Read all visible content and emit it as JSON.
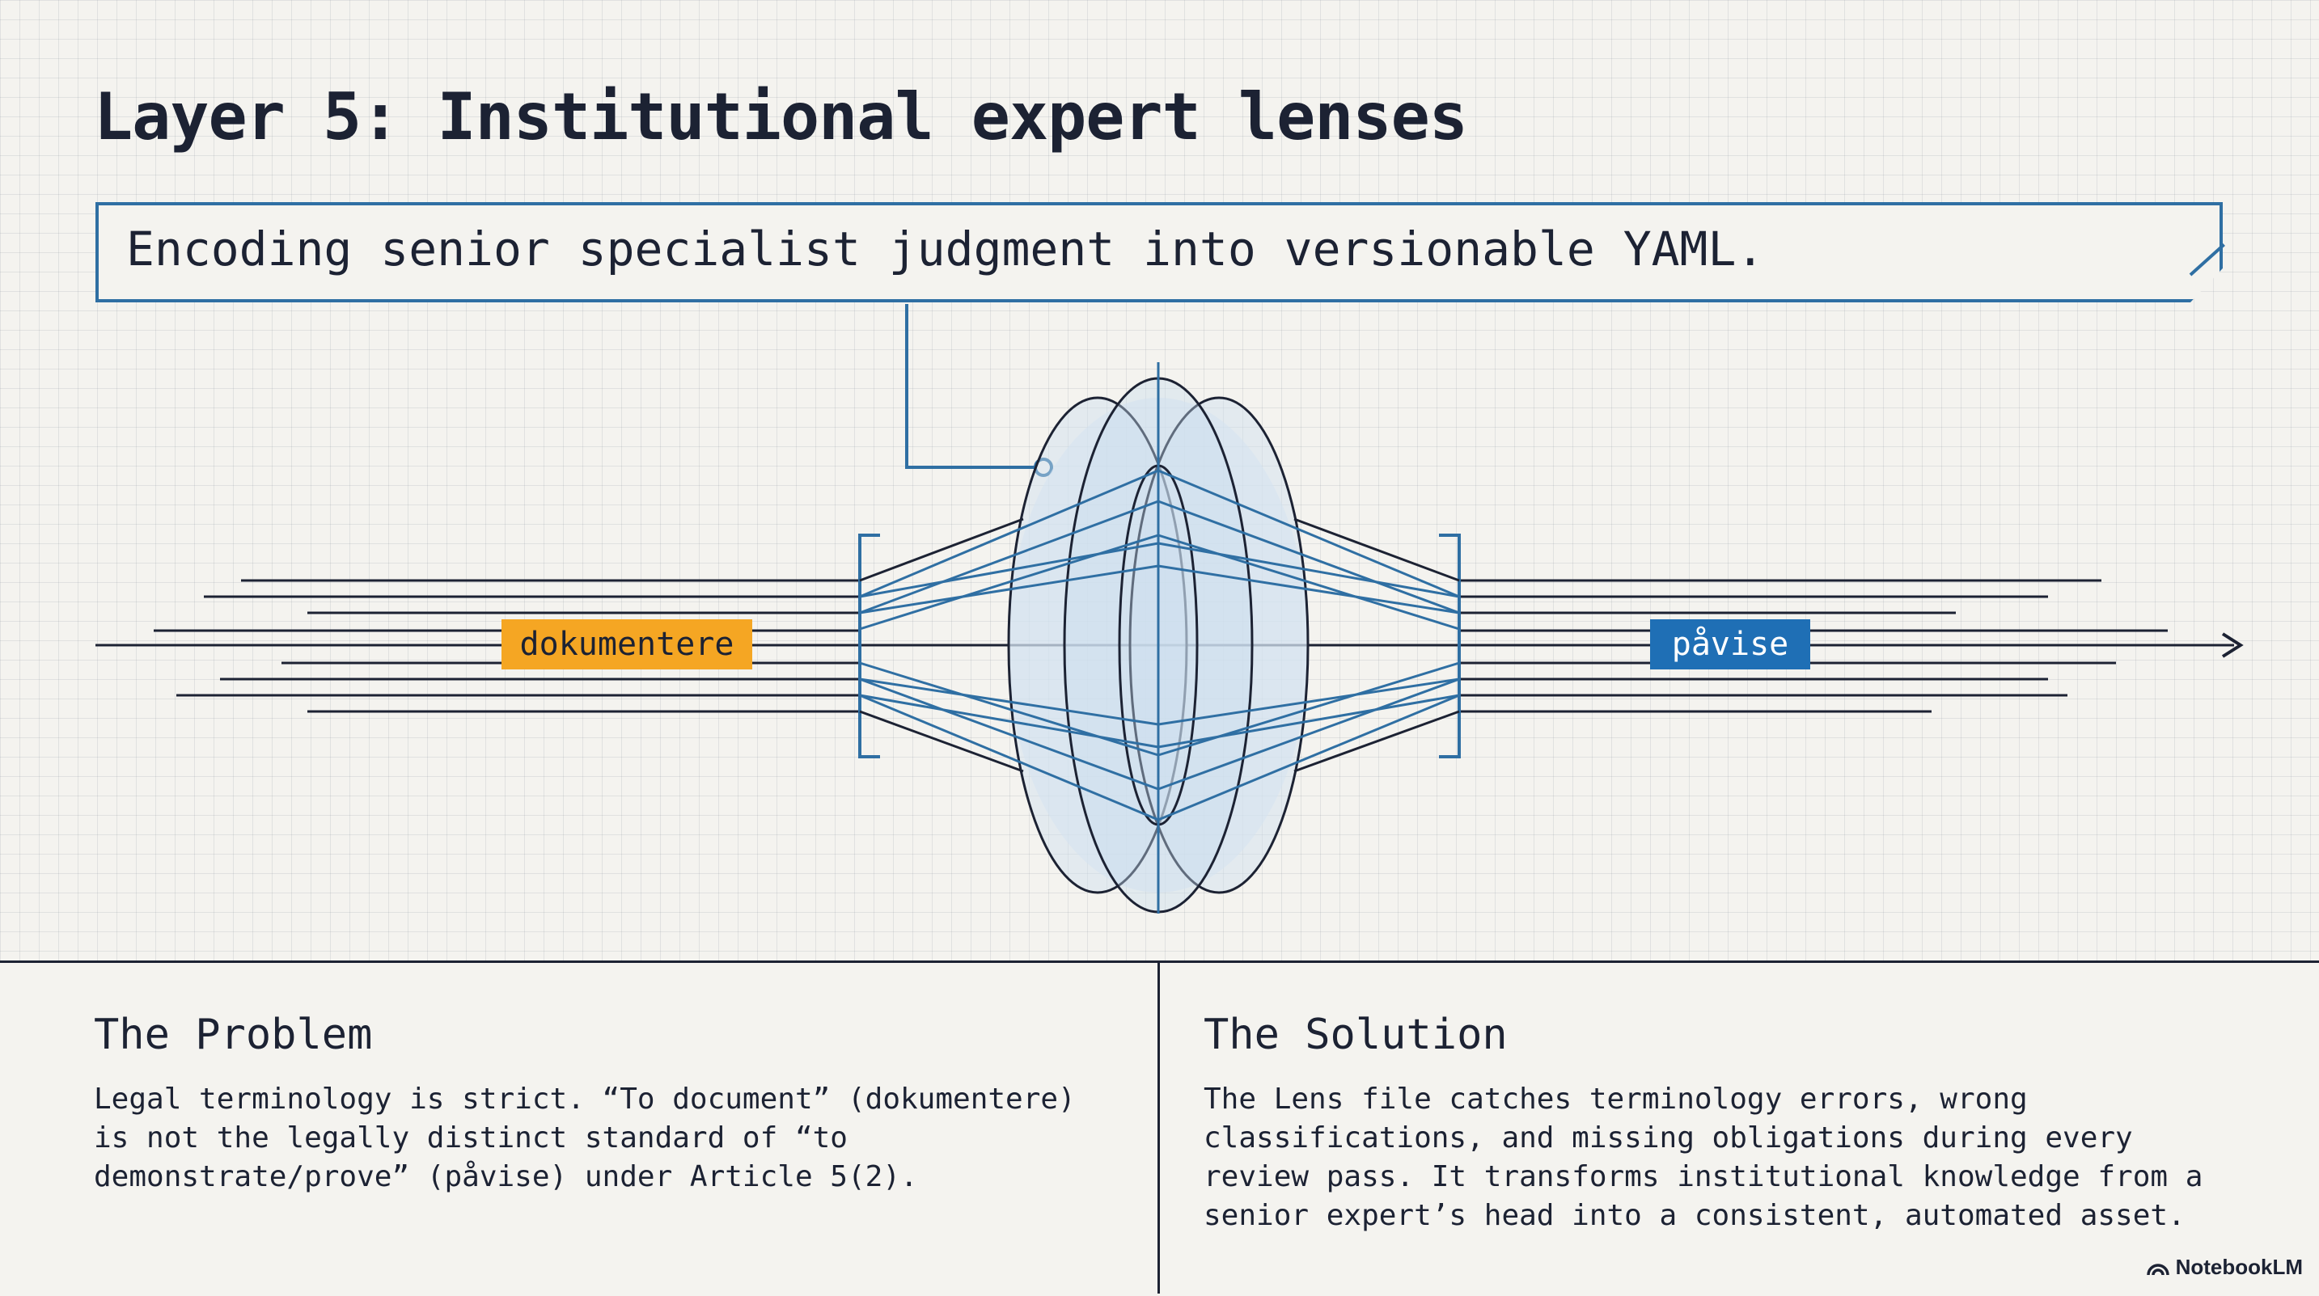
{
  "slide": {
    "title": "Layer 5: Institutional expert lenses",
    "subtitle": "Encoding senior specialist judgment into versionable YAML."
  },
  "diagram": {
    "input_label": "dokumentere",
    "output_label": "påvise",
    "colors": {
      "input_label_bg": "#f5a623",
      "output_label_bg": "#1f6fb5",
      "lens_stroke": "#1c2233",
      "ray_stroke": "#2f6fa3",
      "lens_fill": "#d8e6f2"
    },
    "icons": [
      "lens-icon",
      "arrow-right-icon",
      "connector-dot-icon"
    ]
  },
  "problem": {
    "title": "The Problem",
    "body": "Legal terminology is strict. “To document” (dokumentere) is not the legally distinct standard of “to demonstrate/prove” (påvise) under Article 5(2)."
  },
  "solution": {
    "title": "The Solution",
    "body": "The Lens file catches terminology errors, wrong classifications, and missing obligations during every review pass. It transforms institutional knowledge from a senior expert’s head into a consistent, automated asset."
  },
  "footer": {
    "brand": "NotebookLM"
  }
}
